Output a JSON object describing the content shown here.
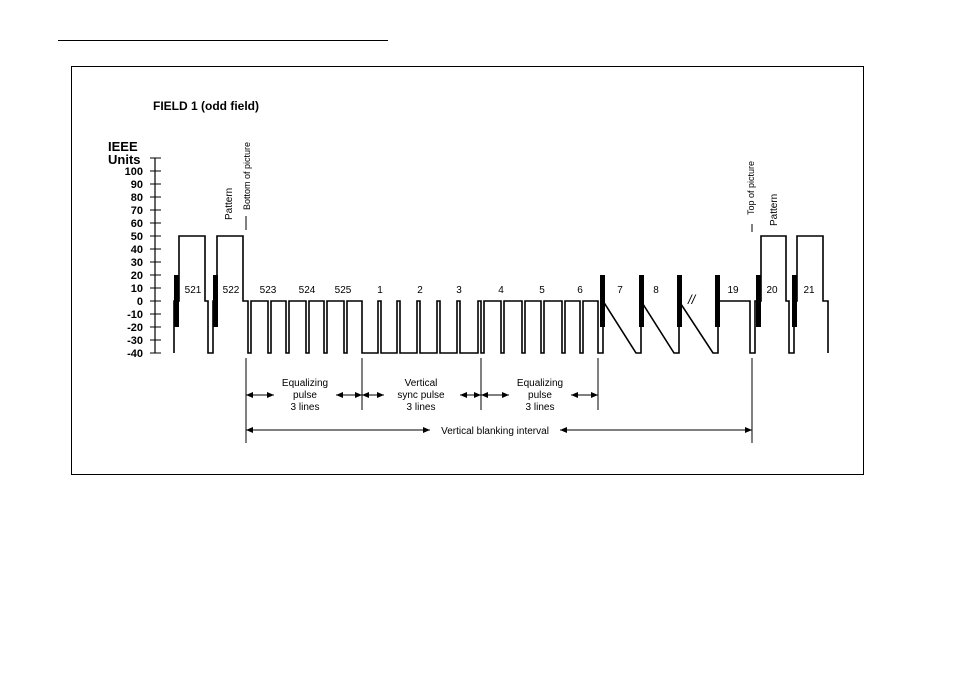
{
  "title": "FIELD 1 (odd field)",
  "axis": {
    "label_line1": "IEEE",
    "label_line2": "Units",
    "ticks": [
      "100",
      "90",
      "80",
      "70",
      "60",
      "50",
      "40",
      "30",
      "20",
      "10",
      "0",
      "-10",
      "-20",
      "-30",
      "-40"
    ]
  },
  "annotations": {
    "pattern_left": "Pattern",
    "bottom_of_picture": "Bottom of picture",
    "top_of_picture": "Top of picture",
    "pattern_right": "Pattern"
  },
  "line_numbers": [
    "521",
    "522",
    "523",
    "524",
    "525",
    "1",
    "2",
    "3",
    "4",
    "5",
    "6",
    "7",
    "8",
    "19",
    "20",
    "21"
  ],
  "break_mark": "//",
  "intervals": {
    "equalizing_1": [
      "Equalizing",
      "pulse",
      "3 lines"
    ],
    "vertical_sync": [
      "Vertical",
      "sync  pulse",
      "3  lines"
    ],
    "equalizing_2": [
      "Equalizing",
      "pulse",
      "3 lines"
    ],
    "blanking": "Vertical blanking interval"
  }
}
